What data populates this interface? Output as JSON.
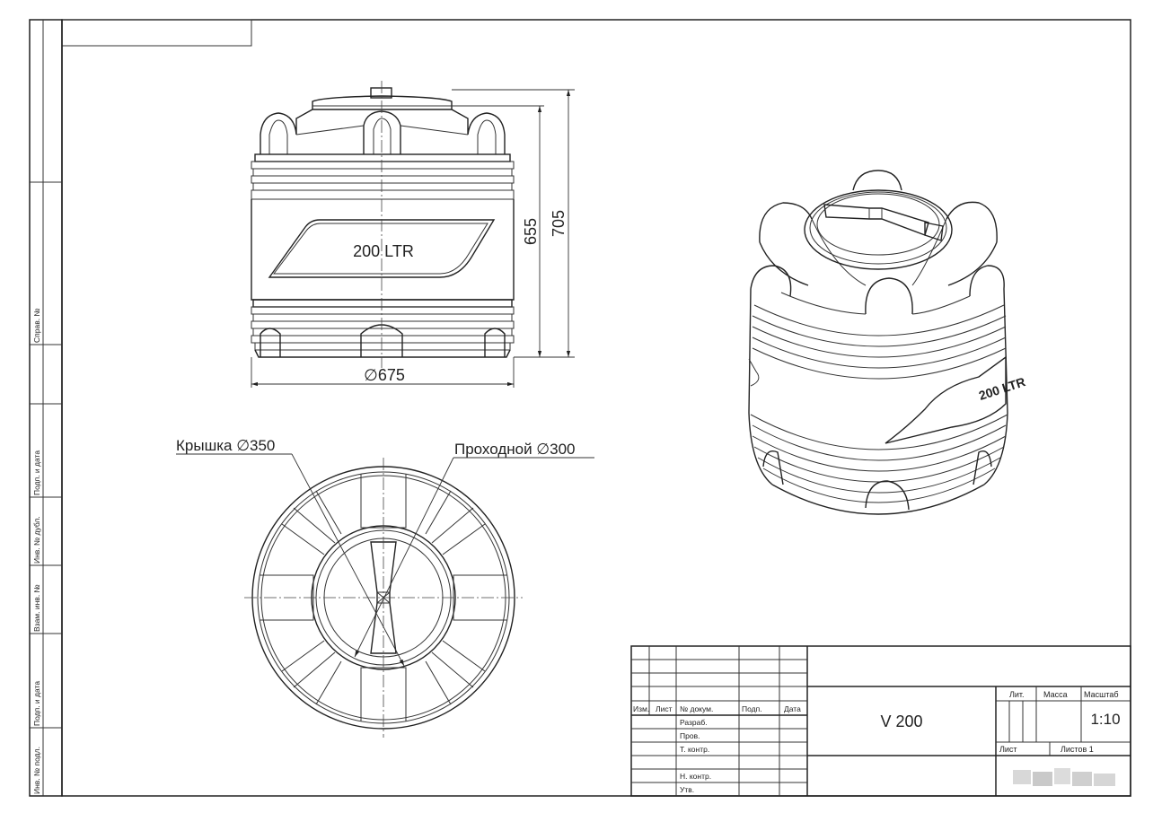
{
  "drawing": {
    "front_view": {
      "label": "200 LTR",
      "dim_height_body": "655",
      "dim_height_total": "705",
      "dim_diameter": "∅675"
    },
    "top_view": {
      "lid_label": "Крышка ∅350",
      "manhole_label": "Проходной ∅300"
    },
    "iso_view": {
      "label": "200 LTR"
    }
  },
  "side_strip": {
    "labels": [
      "Справ. №",
      "Подп. и дата",
      "Инв. № дубл.",
      "Взам. инв. №",
      "Подп. и дата",
      "Инв. № подл."
    ]
  },
  "title_block": {
    "headers": {
      "izm": "Изм.",
      "list": "Лист",
      "doc_no": "№ докум.",
      "sign": "Подп.",
      "date": "Дата"
    },
    "roles": {
      "razrab": "Разраб.",
      "prov": "Пров.",
      "tkontr": "Т. контр.",
      "nkontr": "Н. контр.",
      "utv": "Утв."
    },
    "designation": "V 200",
    "lit_label": "Лит.",
    "mass_label": "Масса",
    "scale_label": "Масштаб",
    "scale_value": "1:10",
    "sheet_label": "Лист",
    "sheets_label": "Листов 1"
  }
}
